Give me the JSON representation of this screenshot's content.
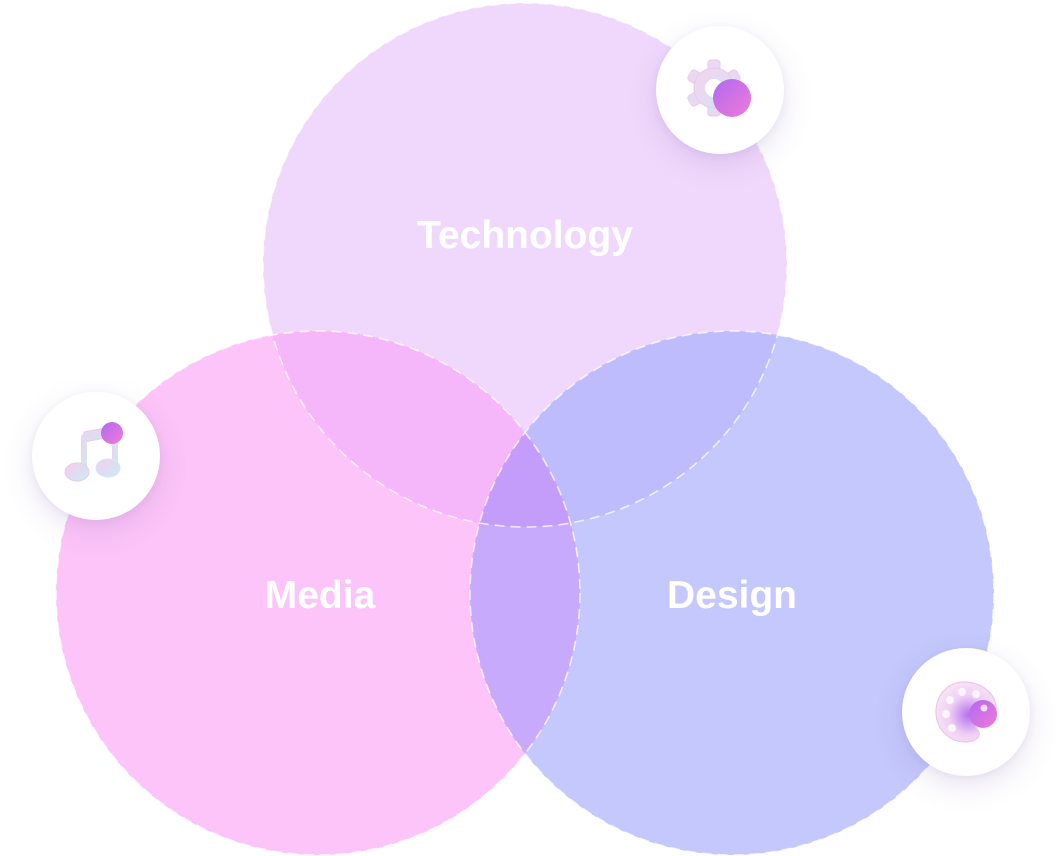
{
  "diagram": {
    "type": "venn",
    "sets": [
      {
        "id": "technology",
        "label": "Technology",
        "color": "#f0d8fc",
        "icon": "gear-icon"
      },
      {
        "id": "media",
        "label": "Media",
        "color": "#fcc4f8",
        "icon": "music-note-icon"
      },
      {
        "id": "design",
        "label": "Design",
        "color": "#c4c8fc",
        "icon": "palette-icon"
      }
    ],
    "overlap_colors": {
      "technology_media": "#f5b7f9",
      "technology_design": "#bebcfc",
      "media_design": "#c8aafc",
      "all": "#c49cfa"
    }
  }
}
